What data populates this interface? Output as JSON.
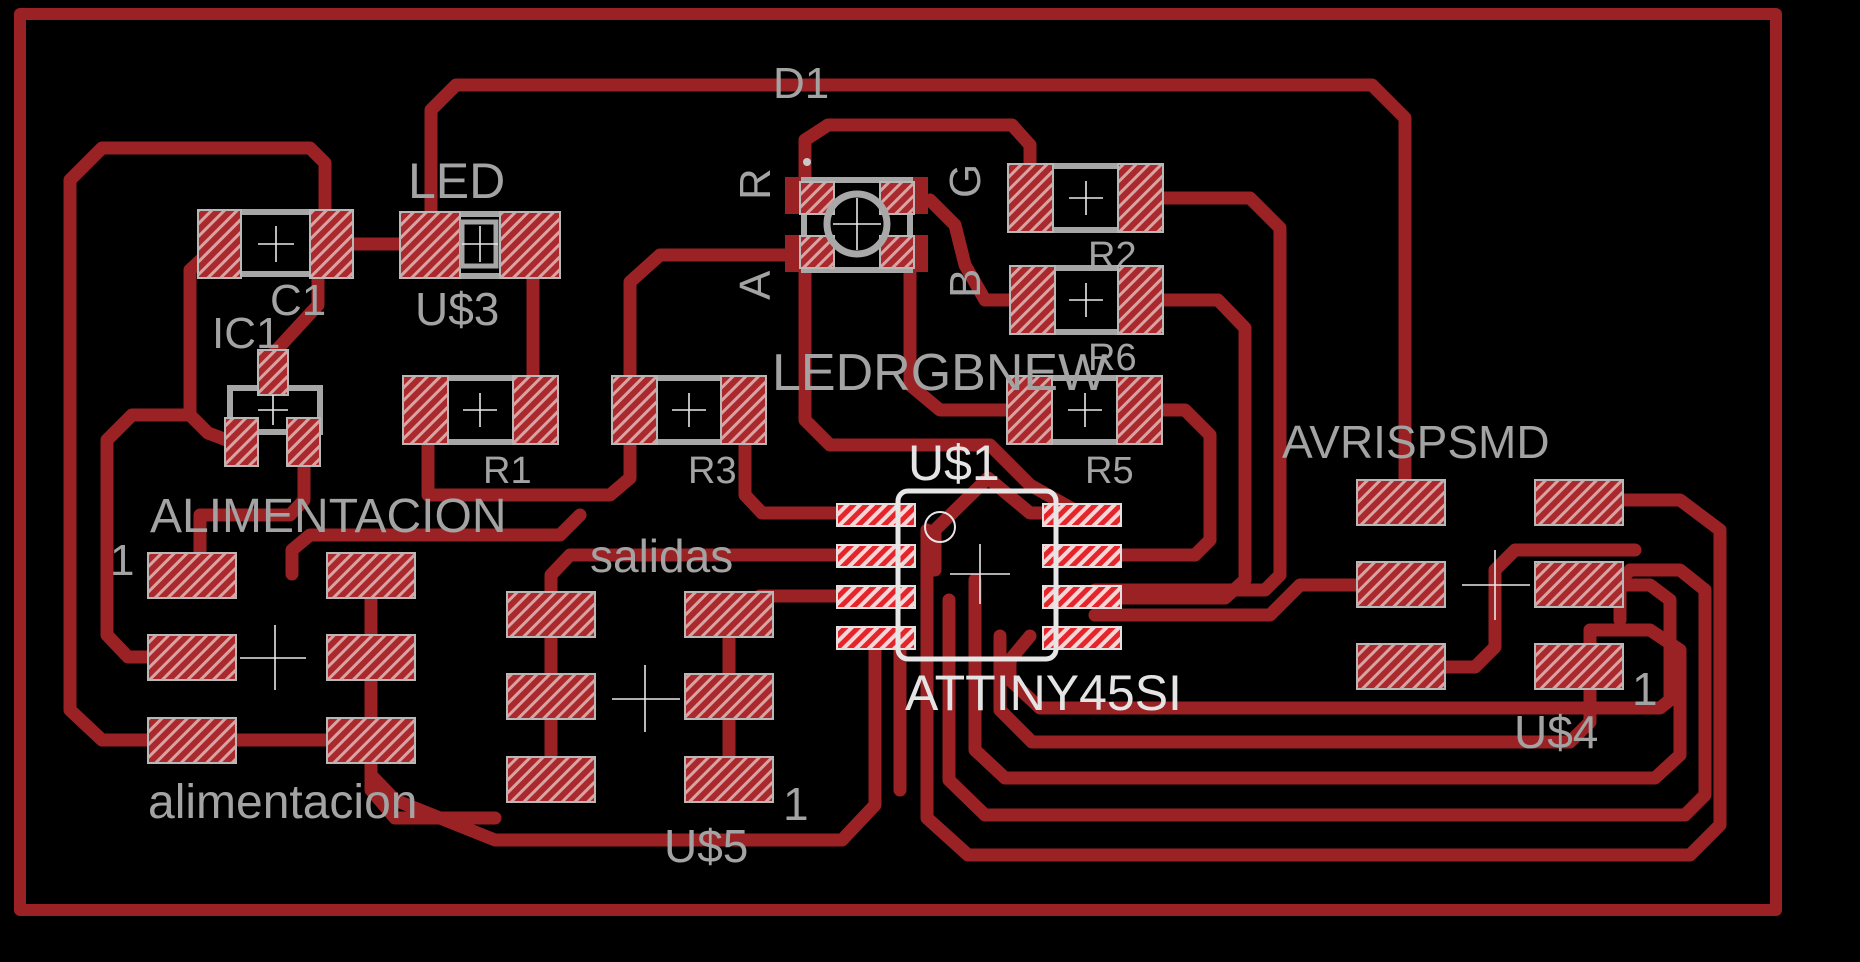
{
  "board": {
    "trace_color": "#9b2224",
    "pad_color": "#c0392b",
    "silk_color": "#a3a3a3",
    "background": "#000000"
  },
  "labels": {
    "d1": "D1",
    "led": "LED",
    "c1": "C1",
    "ic1": "IC1",
    "us3": "U$3",
    "r1": "R1",
    "r3": "R3",
    "r2": "R2",
    "r6": "R6",
    "r5": "R5",
    "ledrgbnew": "LEDRGBNEW",
    "us1": "U$1",
    "attiny": "ATTINY45SI",
    "avrispsmd": "AVRISPSMD",
    "us4": "U$4",
    "us4_pin1": "1",
    "alimentacion_upper": "ALIMENTACION",
    "alimentacion_lower": "alimentacion",
    "alim_pin1": "1",
    "salidas": "salidas",
    "us5": "U$5",
    "us5_pin1": "1",
    "led_r": "R",
    "led_g": "G",
    "led_b": "B",
    "led_a": "A"
  },
  "components": [
    {
      "ref": "C1",
      "type": "capacitor-0805"
    },
    {
      "ref": "U$3",
      "type": "led-smd",
      "value": "LED"
    },
    {
      "ref": "IC1",
      "type": "sot23-regulator"
    },
    {
      "ref": "R1",
      "type": "resistor-1206"
    },
    {
      "ref": "R3",
      "type": "resistor-1206"
    },
    {
      "ref": "R2",
      "type": "resistor-1206"
    },
    {
      "ref": "R6",
      "type": "resistor-1206"
    },
    {
      "ref": "R5",
      "type": "resistor-1206"
    },
    {
      "ref": "D1",
      "type": "rgb-led",
      "value": "LEDRGBNEW"
    },
    {
      "ref": "U$1",
      "type": "soic-8",
      "value": "ATTINY45SI"
    },
    {
      "ref": "U$4",
      "type": "2x3-header",
      "value": "AVRISPSMD"
    },
    {
      "ref": "ALIMENTACION",
      "type": "2x3-header",
      "value": "alimentacion"
    },
    {
      "ref": "U$5",
      "type": "2x3-header",
      "value": "salidas"
    }
  ]
}
